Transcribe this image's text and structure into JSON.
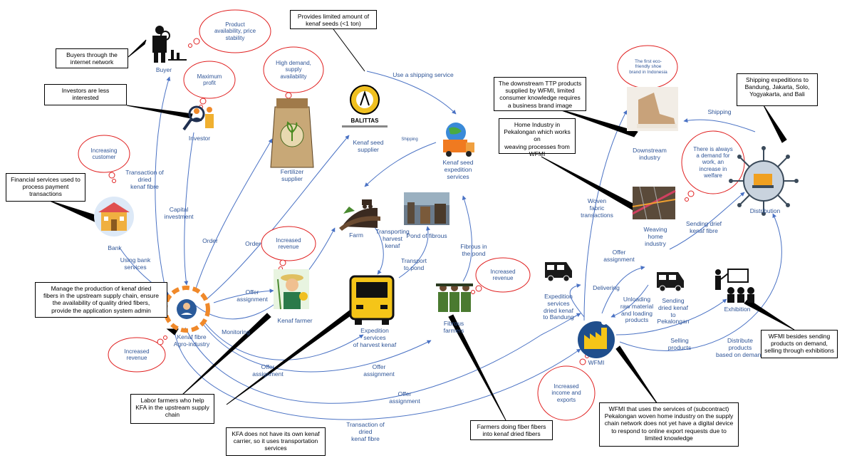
{
  "nodes": {
    "buyer": "Buyer",
    "investor": "Investor",
    "fertilizer": "Fertilizer\nsupplier",
    "balittas_logo": "BALITTAS",
    "kenaf_seed_supplier": "Kenaf seed\nsupplier",
    "seed_expedition": "Kenaf seed\nexpedition\nservices",
    "bank": "Bank",
    "farm": "Farm",
    "pond": "Pond of fibrous",
    "kenaf_farmer": "Kenaf farmer",
    "expedition_harvest": "Expedition\nservices\nof harvest kenaf",
    "fibrous_farmers": "Fibrous\nfarmers",
    "kfa": "Kenaf fibre\nAgro-industry",
    "downstream": "Downstream\nindustry",
    "weaving": "Weaving\nhome\nindustry",
    "distribution": "Distribution",
    "exhibition": "Exhibition",
    "wfmi": "WFMI",
    "expedition_bandung": "Expedition\nservices\ndried kenaf\nto Bandung",
    "sending_pekalongan": "Sending\ndried kenaf\nto\nPekalongan"
  },
  "edges": {
    "transaction_dried_1": "Transaction of\ndried\nkenaf fibre",
    "capital_investment": "Capital\ninvestment",
    "order_1": "Order",
    "order_2": "Order",
    "use_shipping": "Use a shipping service",
    "shipping_small": "Shipping",
    "using_bank": "Using bank\nservices",
    "transporting_harvest": "Transporting\nharvest\nkenaf",
    "transport_pond": "Transport\nto pond",
    "fibrous_in_pond": "Fibrous in\nthe pond",
    "offer_assignment_1": "Offer\nassignment",
    "monitoring": "Monitoring",
    "offer_assignment_2": "Offer\nassignment",
    "offer_assignment_3": "Offer\nassignment",
    "offer_assignment_4": "Offer\nassignment",
    "transaction_dried_2": "Transaction of\ndried\nkenaf fibre",
    "woven_fabric": "Woven\nfabric\ntransactions",
    "shipping": "Shipping",
    "offer_assignment_5": "Offer\nassignment",
    "sending_drief": "Sending drief\nkenaf fibre",
    "delivering": "Delivering",
    "unloading": "Unloading\nraw material\nand loading\nproducts",
    "selling_products": "Selling\nproducts",
    "distribute_products": "Distribute\nproducts\nbased on demand"
  },
  "clouds": {
    "product_availability": "Product\navailability, price\nstability",
    "maximum_profit": "Maximum\nprofit",
    "high_demand": "High demand,\nsupply\navailability",
    "increasing_customer": "Increasing\ncustomer",
    "increased_revenue_1": "Increased\nrevenue",
    "increased_revenue_2": "Increased\nrevenue",
    "increased_revenue_3": "Increased\nrevenue",
    "eco_shoe": "The first eco-\nfriendly shoe\nbrand in Indonesia",
    "demand_for_work": "There is always\na demand for\nwork, an\nincrease in\nwelfare",
    "increased_income": "Increased\nincome and\nexports"
  },
  "callouts": {
    "buyers_internet": "Buyers through the\ninternet network",
    "investors_less": "Investors are less\ninterested",
    "kenaf_seeds": "Provides limited amount of\nkenaf seeds (<1 ton)",
    "financial_services": "Financial services used to\nprocess payment\ntransactions",
    "manage_production": "Manage the production of kenaf dried\nfibers in the upstream supply chain, ensure\nthe availability of quality dried fibers,\nprovide the application system admin",
    "labor_farmers": "Labor farmers who help\nKFA in the upstream supply\nchain",
    "kfa_no_carrier": "KFA does not have its own kenaf\ncarrier, so it uses transportation\nservices",
    "farmers_fiber": "Farmers doing fiber fibers\ninto kenaf dried fibers",
    "downstream_ttp": "The downstream TTP products\nsupplied by WFMI, limited\nconsumer knowledge requires\na business brand image",
    "home_industry": "Home Industry in\nPekalongan which works on\nweaving processes from\nWFMI",
    "shipping_expeditions": "Shipping expeditions to\nBandung, Jakarta, Solo,\nYogyakarta, and Bali",
    "wfmi_subcontract": "WFMI that uses the services of (subcontract)\nPekalongan woven home industry on the supply\nchain network does not yet have a digital device\nto respond to online export requests due to\nlimited knowledge",
    "wfmi_exhibitions": "WFMI besides sending\nproducts on demand,\nselling through exhibitions"
  },
  "colors": {
    "edge": "#4a72c4",
    "text": "#2f5597",
    "cloud": "#e02020",
    "orange": "#f0892a"
  }
}
